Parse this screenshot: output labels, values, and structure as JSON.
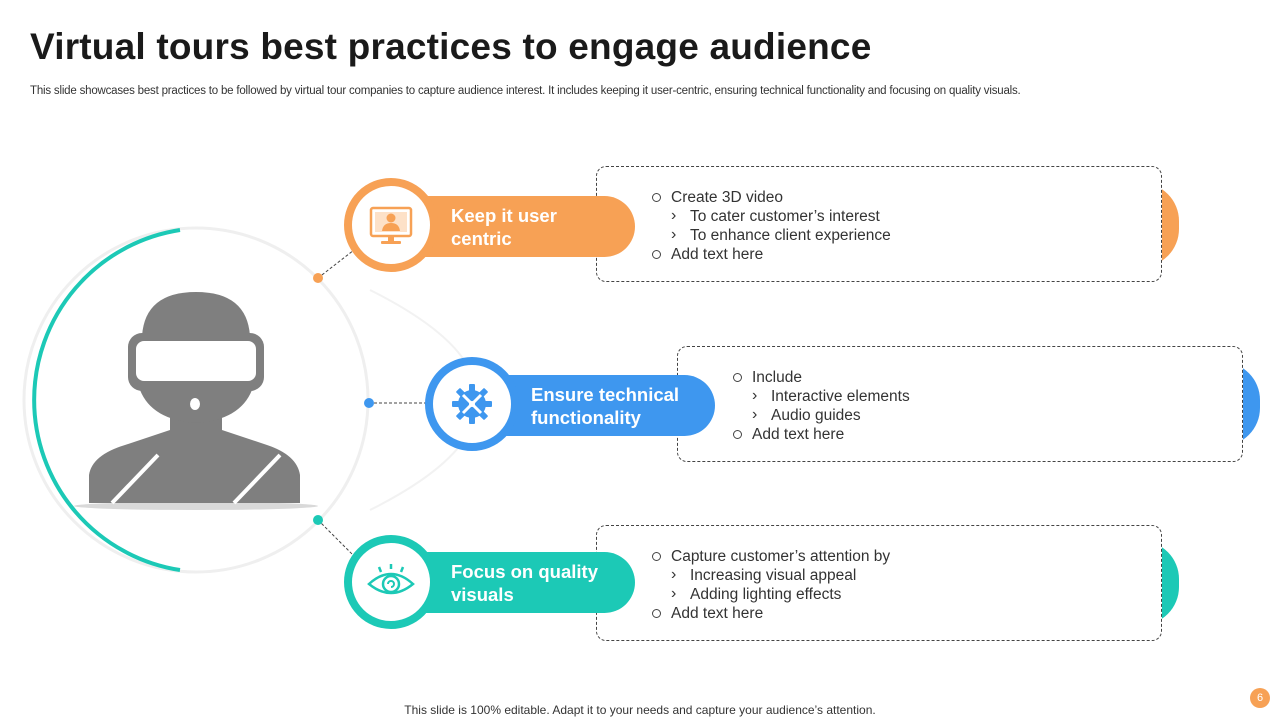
{
  "slide": {
    "title": "Virtual tours best practices to engage audience",
    "subtitle": "This slide showcases best practices to be followed by virtual tour companies to capture audience interest. It includes keeping it user-centric, ensuring technical functionality and focusing on quality visuals.",
    "footer": "This slide is 100% editable. Adapt it to your needs and capture your audience’s attention.",
    "page_number": "6"
  },
  "colors": {
    "orange": "#f7a155",
    "blue": "#3e97ef",
    "teal": "#1cc9b6",
    "figure_gray": "#7f7f7f"
  },
  "items": [
    {
      "icon": "monitor-user-icon",
      "label_line1": "Keep it user",
      "label_line2": "centric",
      "points": [
        "Create 3D video",
        "To cater customer’s interest",
        "To enhance client experience",
        "Add text here"
      ]
    },
    {
      "icon": "gear-tools-icon",
      "label_line1": "Ensure technical",
      "label_line2": "functionality",
      "points": [
        "Include",
        "Interactive  elements",
        "Audio guides",
        "Add text here"
      ]
    },
    {
      "icon": "eye-icon",
      "label_line1": "Focus on quality",
      "label_line2": "visuals",
      "points": [
        "Capture customer’s attention by",
        "Increasing visual appeal",
        "Adding lighting effects",
        "Add text here"
      ]
    }
  ]
}
